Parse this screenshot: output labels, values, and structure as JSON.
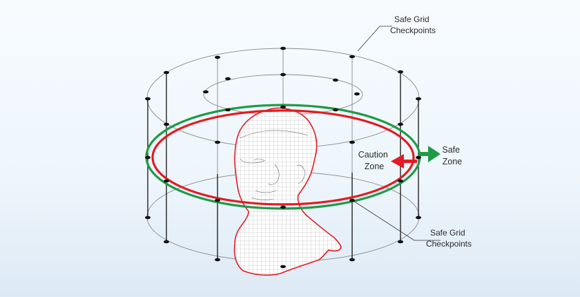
{
  "labels": {
    "top_checkpoints": [
      "Safe Grid",
      "Checkpoints"
    ],
    "bottom_checkpoints": [
      "Safe Grid",
      "Checkpoints"
    ],
    "caution_zone": [
      "Caution",
      "Zone"
    ],
    "safe_zone": [
      "Safe",
      "Zone"
    ]
  },
  "colors": {
    "safe_ring": "#1f9a48",
    "caution_ring": "#e31b23",
    "grid": "#8a8a8a",
    "checkpoint": "#111111",
    "background_top": "#f7fbfe",
    "background_bottom": "#dde9f4"
  },
  "icons": {
    "caution_arrow": "arrow-left-icon",
    "safe_arrow": "arrow-right-icon",
    "head": "wireframe-head-icon"
  }
}
